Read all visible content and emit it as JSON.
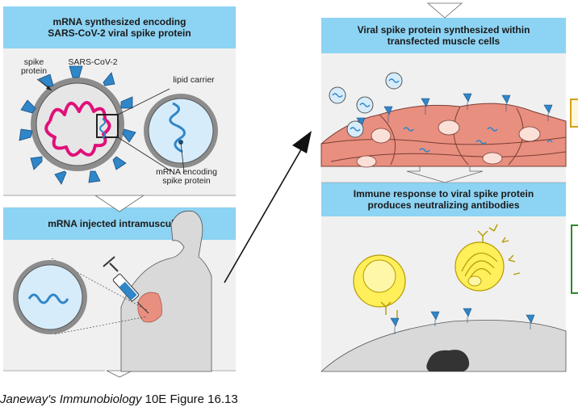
{
  "left_panel": {
    "banner_top": [
      "mRNA synthesized encoding",
      "SARS-CoV-2 viral spike protein"
    ],
    "label_spike": [
      "spike",
      "protein"
    ],
    "label_virus": "SARS-CoV-2",
    "label_lipid": "lipid carrier",
    "label_mrna": [
      "mRNA encoding",
      "spike protein"
    ],
    "banner_inject": "mRNA injected intramuscularly"
  },
  "right_panel": {
    "banner_muscle": [
      "Viral spike protein synthesized within",
      "transfected muscle cells"
    ],
    "banner_immune": [
      "Immune response to viral spike protein",
      "produces neutralizing antibodies"
    ]
  },
  "caption": {
    "title": "Janeway's Immunobiology",
    "rest": " 10E Figure 16.13"
  },
  "colors": {
    "banner": "#8dd3f3",
    "panel": "#f0f0f0",
    "spike": "#2f86c8",
    "rna_virus": "#e0107a",
    "rna_carrier": "#2f86c8",
    "muscle": "#e88f80",
    "cell": "#ffef5a",
    "skin": "#d9d9d9",
    "edge_box_top": "#d4a017",
    "edge_box_bottom": "#2a8a2a"
  }
}
